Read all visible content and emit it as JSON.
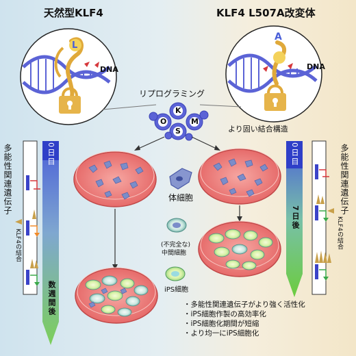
{
  "titles": {
    "left": "天然型KLF4",
    "right": "KLF4 L507A改変体"
  },
  "labels": {
    "dna_left": "DNA",
    "dna_right": "DNA",
    "l_letter": "L",
    "a_letter": "A",
    "reprogramming": "リプログラミング",
    "tighter_binding": "より固い結合構造",
    "somatic_cell": "体細胞",
    "intermediate_cell_1": "(不完全な)",
    "intermediate_cell_2": "中間細胞",
    "ips_cell": "iPS細胞",
    "pluripotency_genes_left": "多能性関連遺伝子",
    "pluripotency_genes_right": "多能性関連遺伝子",
    "klf4_binding_left": "KLF4の結合",
    "klf4_binding_right": "KLF4の結合",
    "day0_left": "0日目",
    "day0_right": "0日目",
    "weeks_later": "数週間後",
    "day7": "7日後"
  },
  "factors": [
    "K",
    "O",
    "S",
    "M"
  ],
  "summary": [
    "多能性関連遺伝子がより強く活性化",
    "iPS細胞作製の高効率化",
    "iPS細胞化期間が短縮",
    "より均一にiPS細胞化"
  ],
  "colors": {
    "dna_blue": "#5b63d6",
    "dish_red": "#e86a6a",
    "lock_gold": "#e0a93a",
    "arrow_green": "#3aa84a",
    "arrow_orange": "#f08a2a",
    "stop_red": "#d6373b"
  }
}
